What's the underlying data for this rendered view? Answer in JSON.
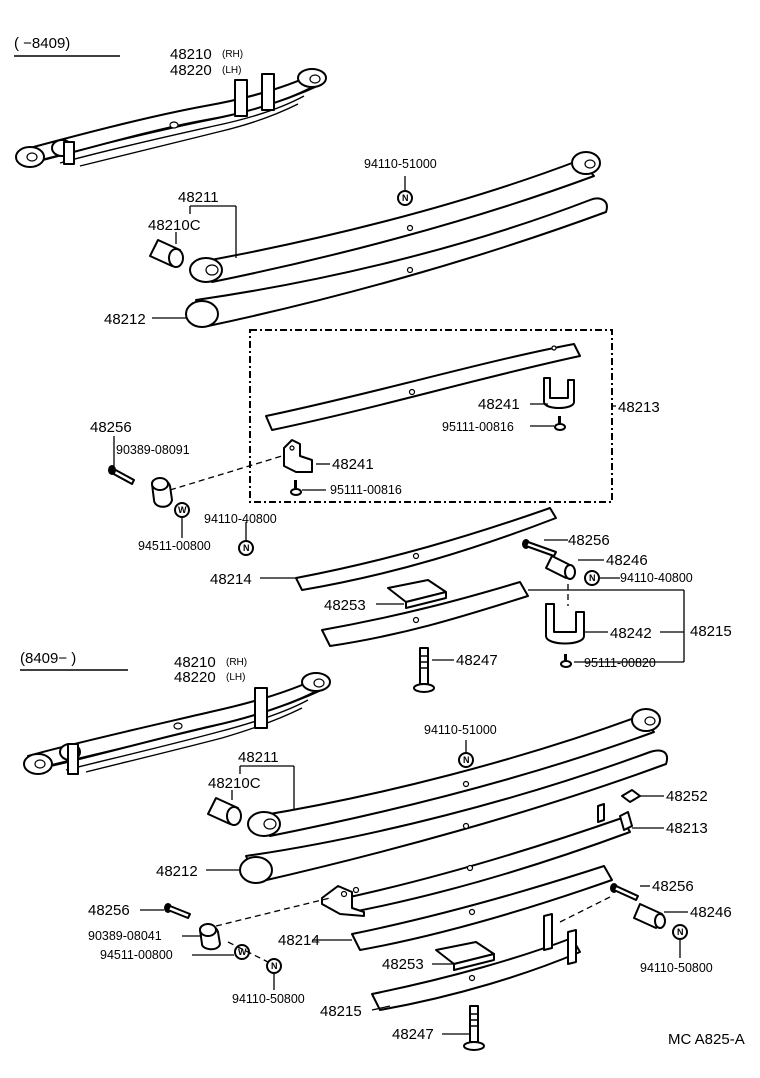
{
  "sections": {
    "top": {
      "range": "(      −8409)",
      "spring_assy_rh": "48210",
      "spring_assy_rh_side": "(RH)",
      "spring_assy_lh": "48220",
      "spring_assy_lh_side": "(LH)",
      "labels": {
        "p48211": "48211",
        "p48210c": "48210C",
        "p48212": "48212",
        "p94110_51000": "94110-51000",
        "p48241_a": "48241",
        "p95111_00816_a": "95111-00816",
        "p48213": "48213",
        "p48256_l": "48256",
        "p90389_08091": "90389-08091",
        "p48241_b": "48241",
        "p95111_00816_b": "95111-00816",
        "p94110_40800_l": "94110-40800",
        "p94511_00800": "94511-00800",
        "p48214": "48214",
        "p48253": "48253",
        "p48256_r": "48256",
        "p48246": "48246",
        "p94110_40800_r": "94110-40800",
        "p48242": "48242",
        "p48215": "48215",
        "p48247": "48247",
        "p95111_00820": "95111-00820"
      }
    },
    "bottom": {
      "range": "(8409−      )",
      "spring_assy_rh": "48210",
      "spring_assy_rh_side": "(RH)",
      "spring_assy_lh": "48220",
      "spring_assy_lh_side": "(LH)",
      "labels": {
        "p94110_51000": "94110-51000",
        "p48211": "48211",
        "p48210c": "48210C",
        "p48252": "48252",
        "p48213": "48213",
        "p48212": "48212",
        "p48256_r": "48256",
        "p48256_l": "48256",
        "p48246": "48246",
        "p90389_08041": "90389-08041",
        "p48214": "48214",
        "p94511_00800": "94511-00800",
        "p48253": "48253",
        "p94110_50800_r": "94110-50800",
        "p94110_50800_l": "94110-50800",
        "p48215": "48215",
        "p48247": "48247"
      }
    }
  },
  "symbols": {
    "nut": "N",
    "washer": "W"
  },
  "footer_code": "MC  A825-A"
}
